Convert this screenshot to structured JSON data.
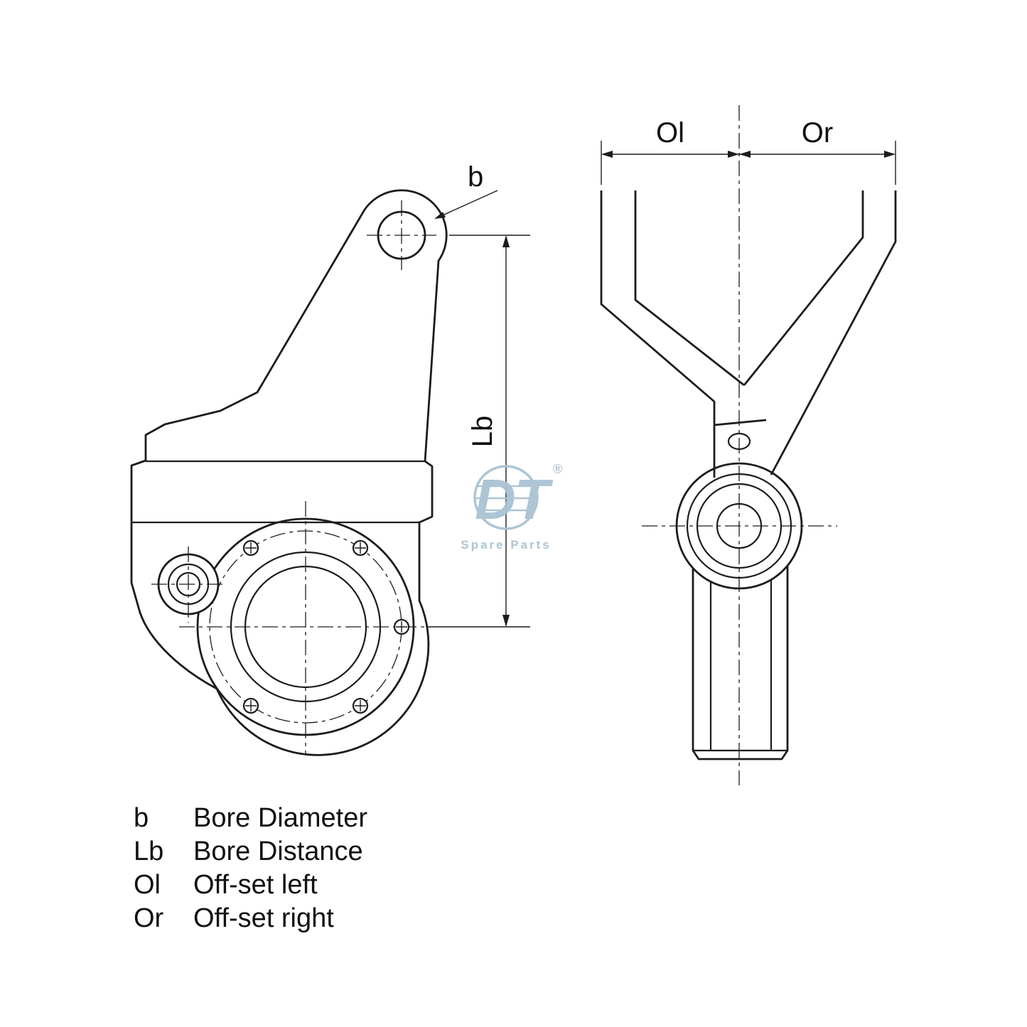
{
  "page": {
    "background": "#ffffff",
    "line_color": "#1c1c1c"
  },
  "labels": {
    "bore": "b",
    "bore_distance": "Lb",
    "offset_left": "Ol",
    "offset_right": "Or"
  },
  "legend": {
    "items": [
      {
        "symbol": "b",
        "description": "Bore Diameter"
      },
      {
        "symbol": "Lb",
        "description": "Bore Distance"
      },
      {
        "symbol": "Ol",
        "description": "Off-set left"
      },
      {
        "symbol": "Or",
        "description": "Off-set right"
      }
    ]
  },
  "watermark": {
    "brand": "DT",
    "registered": "®",
    "subtitle": "Spare Parts",
    "color": "#a9c2d2"
  }
}
